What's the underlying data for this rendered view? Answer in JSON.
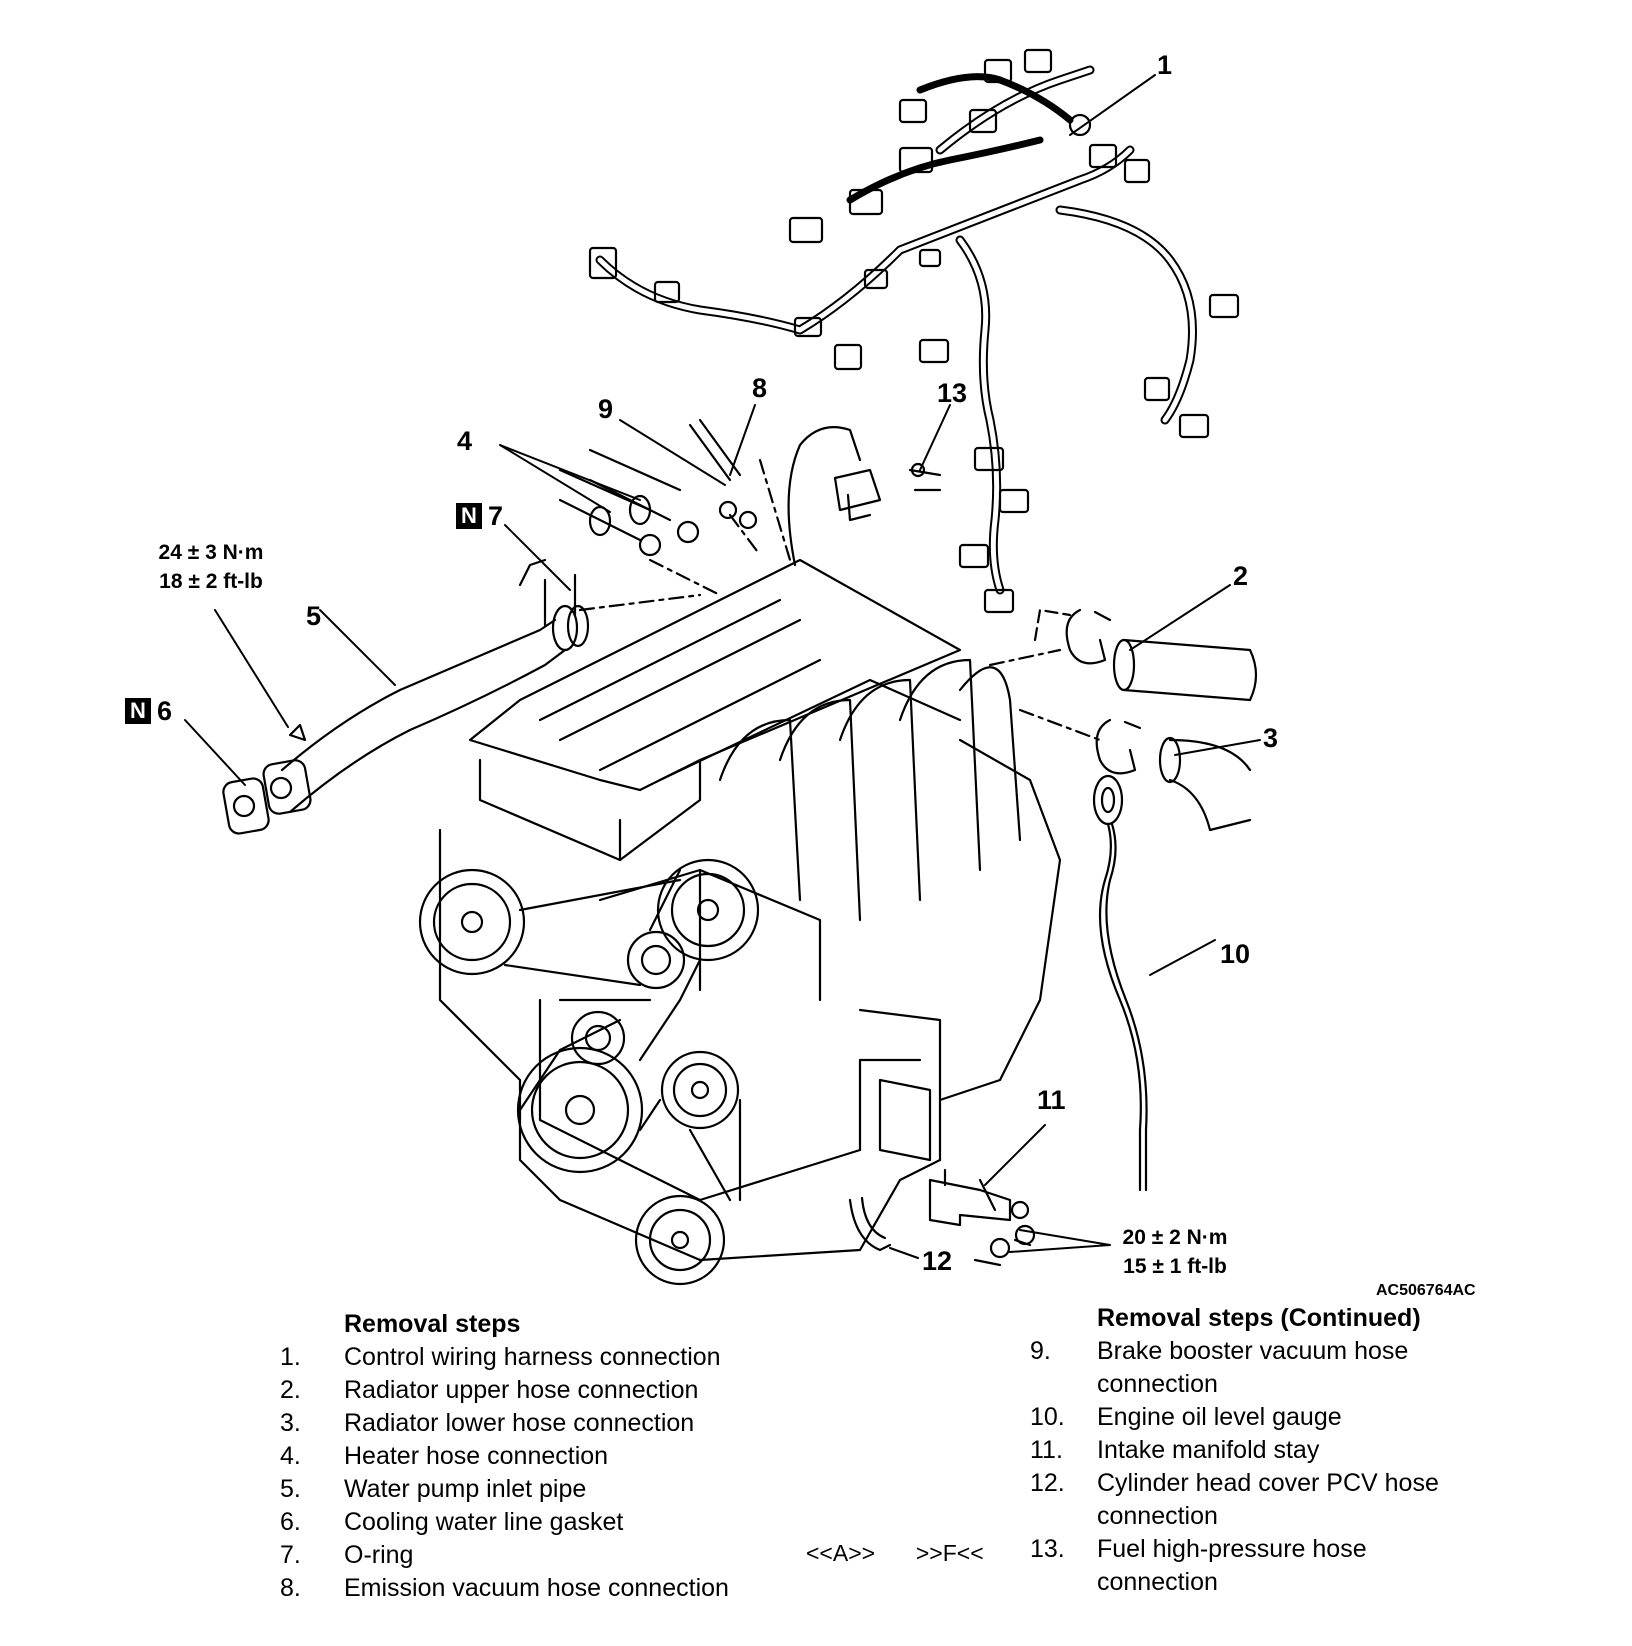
{
  "figure_id": "AC506764AC",
  "callouts": {
    "c1": "1",
    "c2": "2",
    "c3": "3",
    "c4": "4",
    "c5": "5",
    "c6": "6",
    "c7": "7",
    "c8": "8",
    "c9": "9",
    "c10": "10",
    "c11": "11",
    "c12": "12",
    "c13": "13",
    "n_mark": "N"
  },
  "torque": {
    "left": {
      "line1": "24 ± 3 N·m",
      "line2": "18 ± 2 ft-lb"
    },
    "right": {
      "line1": "20 ± 2 N·m",
      "line2": "15 ± 1 ft-lb"
    }
  },
  "steps_left": {
    "header": "Removal steps",
    "items": [
      {
        "num": "1.",
        "text": "Control wiring harness connection"
      },
      {
        "num": "2.",
        "text": "Radiator upper hose connection"
      },
      {
        "num": "3.",
        "text": "Radiator lower hose connection"
      },
      {
        "num": "4.",
        "text": "Heater hose connection"
      },
      {
        "num": "5.",
        "text": "Water pump inlet pipe"
      },
      {
        "num": "6.",
        "text": "Cooling water line gasket"
      },
      {
        "num": "7.",
        "text": "O-ring"
      },
      {
        "num": "8.",
        "text": "Emission vacuum hose connection"
      }
    ],
    "marks": {
      "a": "<<A>>",
      "f": ">>F<<"
    }
  },
  "steps_right": {
    "header": "Removal steps (Continued)",
    "items": [
      {
        "num": "9.",
        "text": "Brake booster vacuum hose connection"
      },
      {
        "num": "10.",
        "text": "Engine oil level gauge"
      },
      {
        "num": "11.",
        "text": "Intake manifold stay"
      },
      {
        "num": "12.",
        "text": "Cylinder head cover PCV hose connection"
      },
      {
        "num": "13.",
        "text": "Fuel high-pressure hose connection"
      }
    ]
  }
}
